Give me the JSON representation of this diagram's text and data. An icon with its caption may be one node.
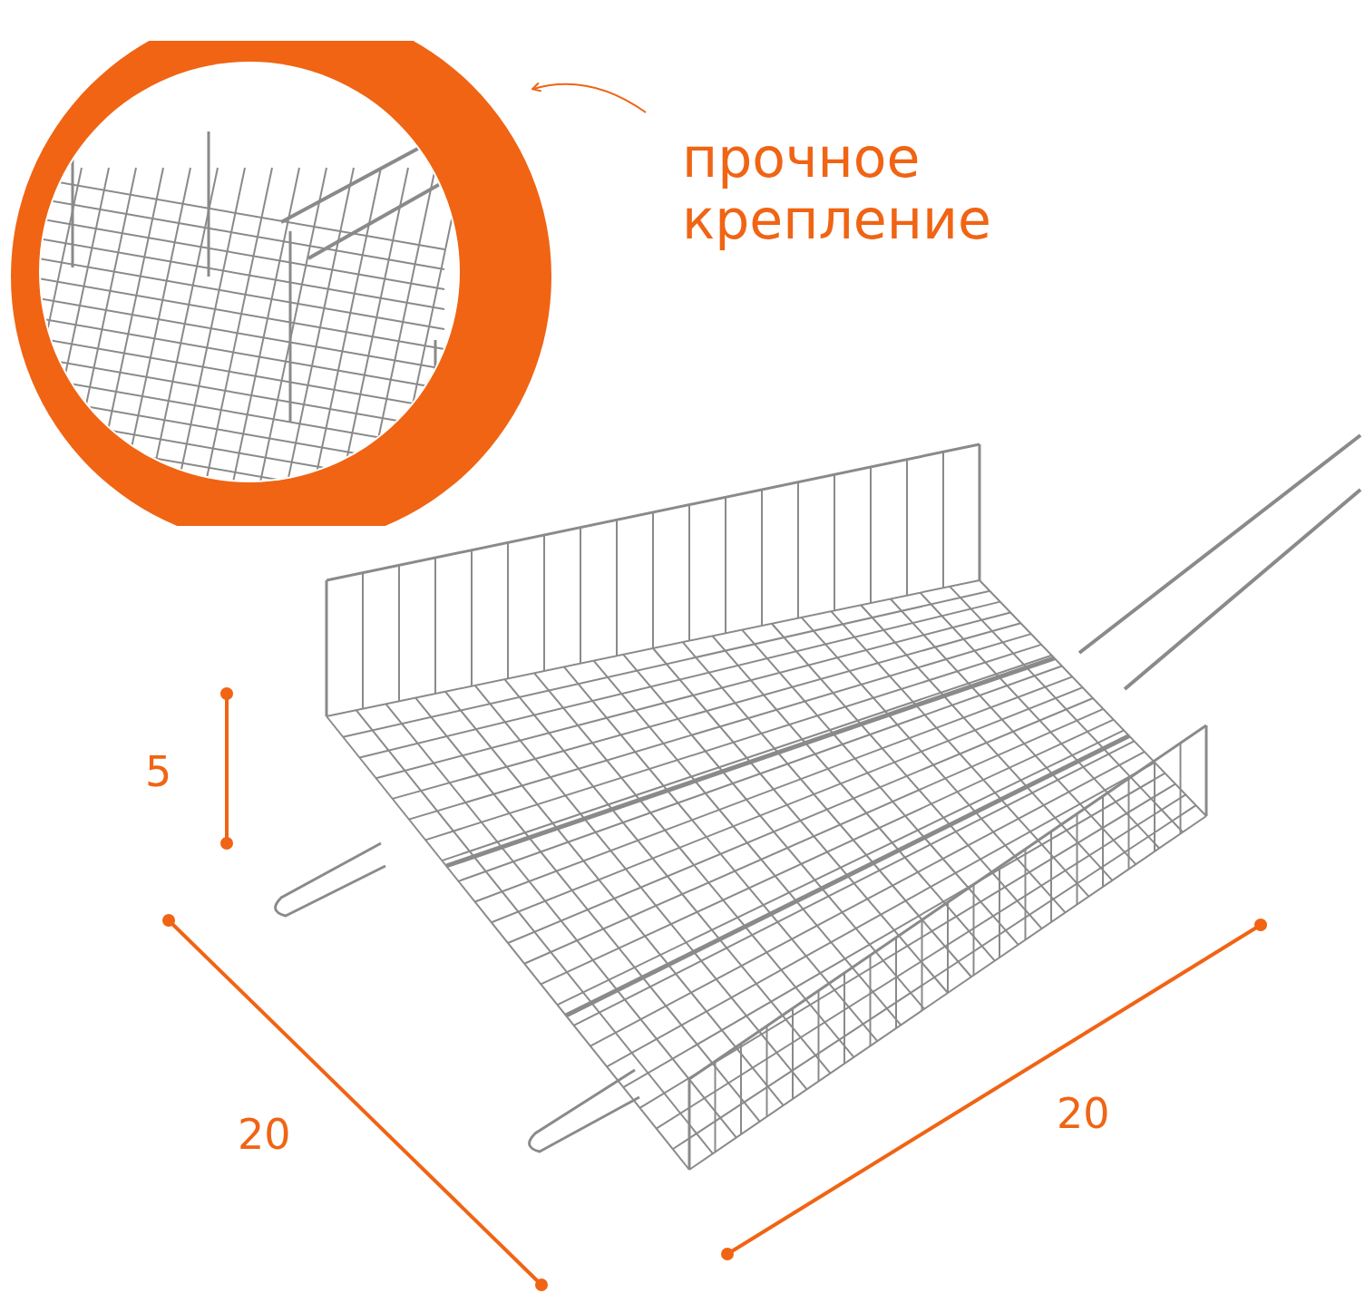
{
  "diagram": {
    "nodes": [
      {
        "text": [
          "прочное крепление"
        ]
      },
      {
        "text": [],
        "shape": "picture"
      }
    ],
    "edges": [
      {
        "from": 0,
        "to": 1,
        "arrow": "to"
      }
    ],
    "labels": [
      "5",
      "20",
      "20"
    ]
  }
}
